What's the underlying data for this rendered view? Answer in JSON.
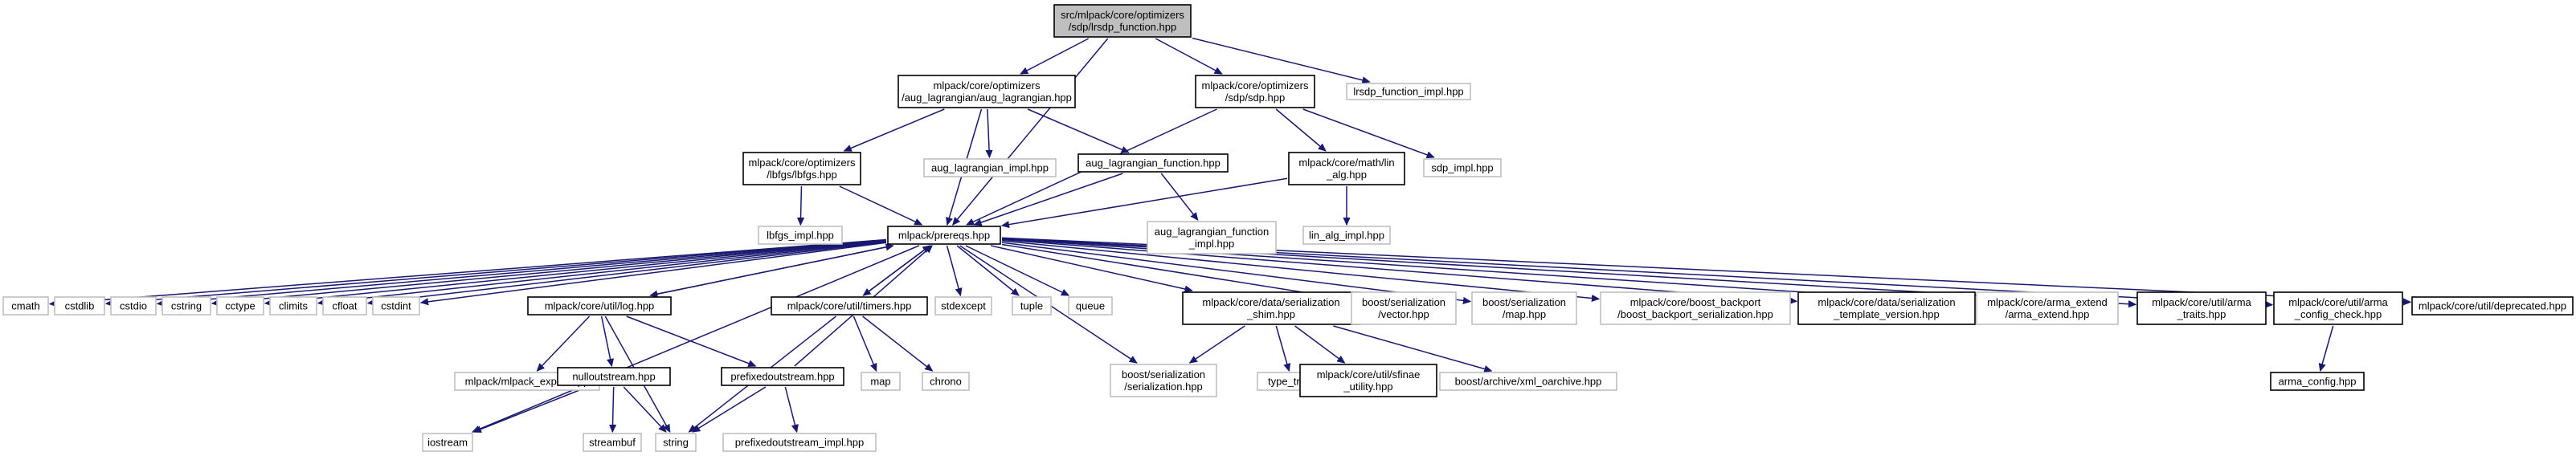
{
  "diagram": {
    "nodes": [
      {
        "id": "root",
        "lines": [
          "src/mlpack/core/optimizers",
          "/sdp/lrsdp_function.hpp"
        ],
        "kind": "root"
      },
      {
        "id": "aug",
        "lines": [
          "mlpack/core/optimizers",
          "/aug_lagrangian/aug_lagrangian.hpp"
        ],
        "kind": "doc"
      },
      {
        "id": "sdp",
        "lines": [
          "mlpack/core/optimizers",
          "/sdp/sdp.hpp"
        ],
        "kind": "doc"
      },
      {
        "id": "lrsdpimpl",
        "lines": [
          "lrsdp_function_impl.hpp"
        ],
        "kind": "ext"
      },
      {
        "id": "lbfgs",
        "lines": [
          "mlpack/core/optimizers",
          "/lbfgs/lbfgs.hpp"
        ],
        "kind": "doc"
      },
      {
        "id": "augimpl",
        "lines": [
          "aug_lagrangian_impl.hpp"
        ],
        "kind": "ext"
      },
      {
        "id": "augfunc",
        "lines": [
          "aug_lagrangian_function.hpp"
        ],
        "kind": "doc"
      },
      {
        "id": "linalg",
        "lines": [
          "mlpack/core/math/lin",
          "_alg.hpp"
        ],
        "kind": "doc"
      },
      {
        "id": "sdpimpl",
        "lines": [
          "sdp_impl.hpp"
        ],
        "kind": "ext"
      },
      {
        "id": "lbfgsimpl",
        "lines": [
          "lbfgs_impl.hpp"
        ],
        "kind": "ext"
      },
      {
        "id": "prereqs",
        "lines": [
          "mlpack/prereqs.hpp"
        ],
        "kind": "doc"
      },
      {
        "id": "augfuncimpl",
        "lines": [
          "aug_lagrangian_function",
          "_impl.hpp"
        ],
        "kind": "ext"
      },
      {
        "id": "linalgimpl",
        "lines": [
          "lin_alg_impl.hpp"
        ],
        "kind": "ext"
      },
      {
        "id": "cmath",
        "lines": [
          "cmath"
        ],
        "kind": "ext"
      },
      {
        "id": "cstdlib",
        "lines": [
          "cstdlib"
        ],
        "kind": "ext"
      },
      {
        "id": "cstdio",
        "lines": [
          "cstdio"
        ],
        "kind": "ext"
      },
      {
        "id": "cstring",
        "lines": [
          "cstring"
        ],
        "kind": "ext"
      },
      {
        "id": "cctype",
        "lines": [
          "cctype"
        ],
        "kind": "ext"
      },
      {
        "id": "climits",
        "lines": [
          "climits"
        ],
        "kind": "ext"
      },
      {
        "id": "cfloat",
        "lines": [
          "cfloat"
        ],
        "kind": "ext"
      },
      {
        "id": "cstdint",
        "lines": [
          "cstdint"
        ],
        "kind": "ext"
      },
      {
        "id": "log",
        "lines": [
          "mlpack/core/util/log.hpp"
        ],
        "kind": "doc"
      },
      {
        "id": "timers",
        "lines": [
          "mlpack/core/util/timers.hpp"
        ],
        "kind": "doc"
      },
      {
        "id": "stdexcept",
        "lines": [
          "stdexcept"
        ],
        "kind": "ext"
      },
      {
        "id": "tuple",
        "lines": [
          "tuple"
        ],
        "kind": "ext"
      },
      {
        "id": "queue",
        "lines": [
          "queue"
        ],
        "kind": "ext"
      },
      {
        "id": "sershim",
        "lines": [
          "mlpack/core/data/serialization",
          "_shim.hpp"
        ],
        "kind": "doc"
      },
      {
        "id": "boostvector",
        "lines": [
          "boost/serialization",
          "/vector.hpp"
        ],
        "kind": "ext"
      },
      {
        "id": "boostmap",
        "lines": [
          "boost/serialization",
          "/map.hpp"
        ],
        "kind": "ext"
      },
      {
        "id": "backport",
        "lines": [
          "mlpack/core/boost_backport",
          "/boost_backport_serialization.hpp"
        ],
        "kind": "ext"
      },
      {
        "id": "sertempl",
        "lines": [
          "mlpack/core/data/serialization",
          "_template_version.hpp"
        ],
        "kind": "doc"
      },
      {
        "id": "armaextend",
        "lines": [
          "mlpack/core/arma_extend",
          "/arma_extend.hpp"
        ],
        "kind": "ext"
      },
      {
        "id": "armatraits",
        "lines": [
          "mlpack/core/util/arma",
          "_traits.hpp"
        ],
        "kind": "doc"
      },
      {
        "id": "armacfgcheck",
        "lines": [
          "mlpack/core/util/arma",
          "_config_check.hpp"
        ],
        "kind": "doc"
      },
      {
        "id": "deprecated",
        "lines": [
          "mlpack/core/util/deprecated.hpp"
        ],
        "kind": "doc"
      },
      {
        "id": "iostream",
        "lines": [
          "iostream"
        ],
        "kind": "ext"
      },
      {
        "id": "export",
        "lines": [
          "mlpack/mlpack_export.hpp"
        ],
        "kind": "ext"
      },
      {
        "id": "nullout",
        "lines": [
          "nulloutstream.hpp"
        ],
        "kind": "doc"
      },
      {
        "id": "prefixout",
        "lines": [
          "prefixedoutstream.hpp"
        ],
        "kind": "doc"
      },
      {
        "id": "string",
        "lines": [
          "string"
        ],
        "kind": "ext"
      },
      {
        "id": "map",
        "lines": [
          "map"
        ],
        "kind": "ext"
      },
      {
        "id": "chrono",
        "lines": [
          "chrono"
        ],
        "kind": "ext"
      },
      {
        "id": "boostser",
        "lines": [
          "boost/serialization",
          "/serialization.hpp"
        ],
        "kind": "ext"
      },
      {
        "id": "typetraits",
        "lines": [
          "type_traits"
        ],
        "kind": "ext"
      },
      {
        "id": "sfinae",
        "lines": [
          "mlpack/core/util/sfinae",
          "_utility.hpp"
        ],
        "kind": "doc"
      },
      {
        "id": "xmloarchive",
        "lines": [
          "boost/archive/xml_oarchive.hpp"
        ],
        "kind": "ext"
      },
      {
        "id": "armaconfig",
        "lines": [
          "arma_config.hpp"
        ],
        "kind": "doc"
      },
      {
        "id": "streambuf",
        "lines": [
          "streambuf"
        ],
        "kind": "ext"
      },
      {
        "id": "prefixoutimpl",
        "lines": [
          "prefixedoutstream_impl.hpp"
        ],
        "kind": "ext"
      }
    ],
    "edges": [
      [
        "root",
        "aug"
      ],
      [
        "root",
        "sdp"
      ],
      [
        "root",
        "lrsdpimpl"
      ],
      [
        "root",
        "prereqs"
      ],
      [
        "aug",
        "lbfgs"
      ],
      [
        "aug",
        "augimpl"
      ],
      [
        "aug",
        "augfunc"
      ],
      [
        "aug",
        "prereqs"
      ],
      [
        "sdp",
        "linalg"
      ],
      [
        "sdp",
        "sdpimpl"
      ],
      [
        "sdp",
        "prereqs"
      ],
      [
        "lbfgs",
        "lbfgsimpl"
      ],
      [
        "lbfgs",
        "prereqs"
      ],
      [
        "augfunc",
        "augfuncimpl"
      ],
      [
        "augfunc",
        "prereqs"
      ],
      [
        "linalg",
        "linalgimpl"
      ],
      [
        "linalg",
        "prereqs"
      ],
      [
        "prereqs",
        "cmath"
      ],
      [
        "prereqs",
        "cstdlib"
      ],
      [
        "prereqs",
        "cstdio"
      ],
      [
        "prereqs",
        "cstring"
      ],
      [
        "prereqs",
        "cctype"
      ],
      [
        "prereqs",
        "climits"
      ],
      [
        "prereqs",
        "cfloat"
      ],
      [
        "prereqs",
        "cstdint"
      ],
      [
        "prereqs",
        "log"
      ],
      [
        "prereqs",
        "timers"
      ],
      [
        "prereqs",
        "stdexcept"
      ],
      [
        "prereqs",
        "tuple"
      ],
      [
        "prereqs",
        "queue"
      ],
      [
        "prereqs",
        "sershim"
      ],
      [
        "prereqs",
        "boostvector"
      ],
      [
        "prereqs",
        "boostmap"
      ],
      [
        "prereqs",
        "backport"
      ],
      [
        "prereqs",
        "sertempl"
      ],
      [
        "prereqs",
        "armaextend"
      ],
      [
        "prereqs",
        "armatraits"
      ],
      [
        "prereqs",
        "armacfgcheck"
      ],
      [
        "prereqs",
        "deprecated"
      ],
      [
        "prereqs",
        "iostream"
      ],
      [
        "prereqs",
        "boostser"
      ],
      [
        "log",
        "export"
      ],
      [
        "log",
        "nullout"
      ],
      [
        "log",
        "prefixout"
      ],
      [
        "log",
        "string"
      ],
      [
        "log",
        "prereqs"
      ],
      [
        "nullout",
        "iostream"
      ],
      [
        "nullout",
        "streambuf"
      ],
      [
        "nullout",
        "string"
      ],
      [
        "prefixout",
        "string"
      ],
      [
        "prefixout",
        "prefixoutimpl"
      ],
      [
        "prefixout",
        "prereqs"
      ],
      [
        "timers",
        "map"
      ],
      [
        "timers",
        "chrono"
      ],
      [
        "timers",
        "string"
      ],
      [
        "timers",
        "prereqs"
      ],
      [
        "sershim",
        "boostser"
      ],
      [
        "sershim",
        "typetraits"
      ],
      [
        "sershim",
        "sfinae"
      ],
      [
        "sershim",
        "xmloarchive"
      ],
      [
        "armacfgcheck",
        "armaconfig"
      ]
    ]
  }
}
